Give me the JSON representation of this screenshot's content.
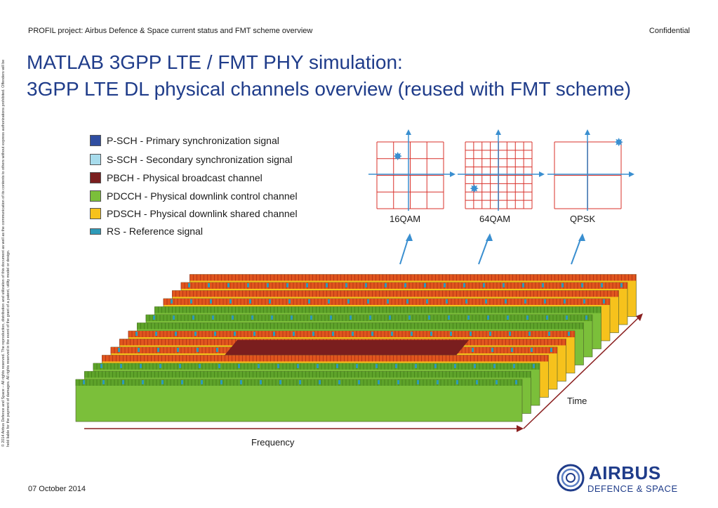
{
  "header": {
    "project": "PROFIL project: Airbus Defence & Space current status and FMT scheme overview",
    "classification": "Confidential"
  },
  "title": {
    "line1": "MATLAB 3GPP LTE / FMT PHY simulation:",
    "line2": "3GPP LTE DL physical channels overview (reused with FMT scheme)"
  },
  "legend": [
    {
      "label": "P-SCH - Primary synchronization signal",
      "color": "#2f4da0"
    },
    {
      "label": "S-SCH - Secondary synchronization signal",
      "color": "#a8dcec"
    },
    {
      "label": "PBCH - Physical broadcast channel",
      "color": "#7a1e1e"
    },
    {
      "label": "PDCCH - Physical downlink control channel",
      "color": "#7bbf3a"
    },
    {
      "label": "PDSCH - Physical downlink shared channel",
      "color": "#f6c21c"
    },
    {
      "label": "RS - Reference signal",
      "color": "#2e9ab8"
    }
  ],
  "constellations": [
    {
      "label": "16QAM"
    },
    {
      "label": "64QAM"
    },
    {
      "label": "QPSK"
    }
  ],
  "axes": {
    "time": "Time",
    "frequency": "Frequency"
  },
  "colors": {
    "title": "#1f3c8a",
    "grid_red": "#d8302a",
    "axis_blue": "#3a8fd0",
    "arrow_dark_red": "#8a1f1f"
  },
  "sidebar_notice": "© 2014 Airbus Defence and Space – All rights reserved. The reproduction, distribution and utilization of this document as well as the communication of its contents to others without express authorizations prohibited. Offenders will be held liable for the payment of damages. All rights reserved in the event of the grant of a patent, utility model or design.",
  "footer": {
    "date": "07 October 2014",
    "logo_name": "AIRBUS",
    "logo_division": "DEFENCE & SPACE"
  }
}
